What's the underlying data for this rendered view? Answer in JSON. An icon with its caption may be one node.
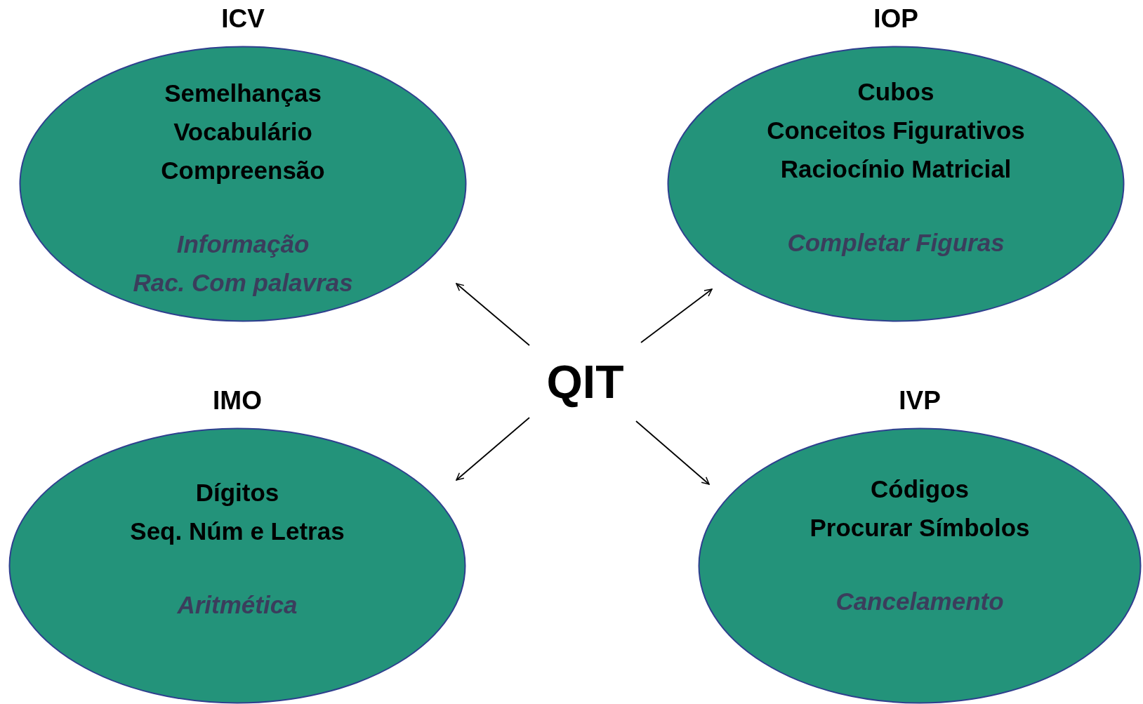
{
  "diagram": {
    "nodes": [
      {
        "text": [
          "ICV",
          "Semelhanças",
          "Vocabulário",
          "Compreensão",
          "Informação",
          "Rac. Com palavras"
        ]
      },
      {
        "text": [
          "IOP",
          "Cubos",
          "Conceitos Figurativos",
          "Raciocínio Matricial",
          "Completar Figuras"
        ]
      },
      {
        "text": [
          "QIT"
        ]
      },
      {
        "text": [
          "IMO",
          "Dígitos",
          "Seq. Núm e Letras",
          "Aritmética"
        ]
      },
      {
        "text": [
          "IVP",
          "Códigos",
          "Procurar Símbolos",
          "Cancelamento"
        ]
      }
    ],
    "edges": [
      {
        "from": 2,
        "to": 0,
        "arrow": "to"
      },
      {
        "from": 2,
        "to": 1,
        "arrow": "to"
      },
      {
        "from": 2,
        "to": 3,
        "arrow": "to"
      },
      {
        "from": 2,
        "to": 4,
        "arrow": "to"
      }
    ]
  }
}
